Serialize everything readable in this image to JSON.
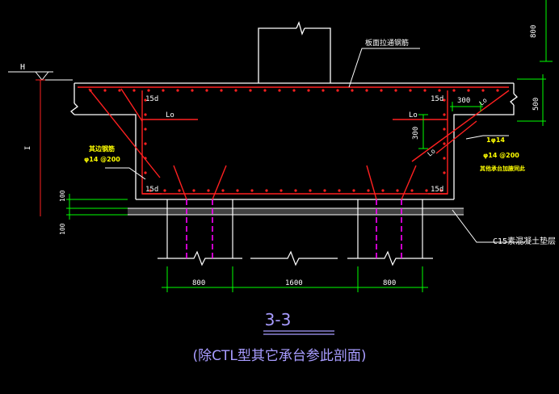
{
  "drawing": {
    "level_mark": "H",
    "left_dim_i": "I",
    "dim_800_top_right": "800",
    "dim_500_right": "500",
    "dim_300_a": "300",
    "dim_300_b": "300",
    "dim_100_a": "100",
    "dim_100_b": "100",
    "dim_800_left": "800",
    "dim_1600": "1600",
    "dim_800_right": "800",
    "label_15d_tl": "15d",
    "label_15d_tr": "15d",
    "label_15d_bl": "15d",
    "label_15d_br": "15d",
    "label_lo_left": "Lo",
    "label_lo_right": "Lo",
    "label_lo_diag1": "Lo",
    "label_lo_diag2": "Lo",
    "top_rebar_note": "板面拉通钢筋",
    "left_rebar_line1": "其边钢筋",
    "left_rebar_line2": "φ14 @200",
    "right_rebar_1": "1φ14",
    "right_rebar_2": "φ14 @200",
    "right_rebar_3": "其他承台加腋同此",
    "cushion_note": "C15素混凝土垫层",
    "section_title": "3-3",
    "section_subtitle": "(除CTL型其它承台参此剖面)"
  },
  "colors": {
    "background": "#000000",
    "rebar": "#ff2020",
    "structure": "#ffffff",
    "dimension": "#00ff00",
    "pile_axis": "#ff00ff",
    "annotation": "#ffff00",
    "title": "#a89cff"
  }
}
